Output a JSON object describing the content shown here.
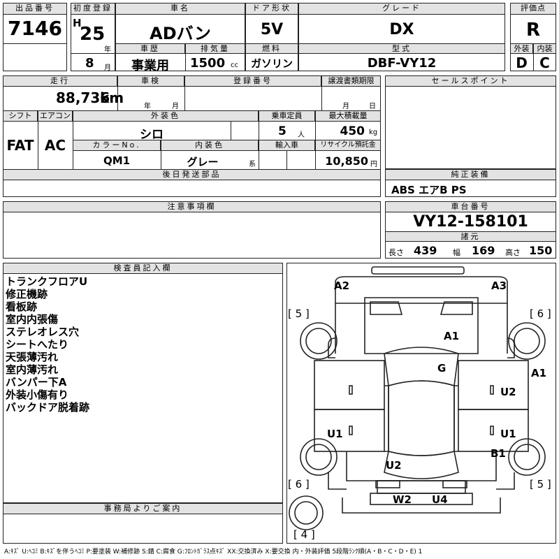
{
  "header": {
    "lot_no_label": "出品番号",
    "lot_no": "7146",
    "first_reg_label": "初度登録",
    "era": "H",
    "year": "25",
    "year_unit": "年",
    "month": "8",
    "month_unit": "月",
    "car_name_label": "車名",
    "car_name": "ADバン",
    "door_label": "ドア形状",
    "door": "5V",
    "grade_label": "グレード",
    "grade": "DX",
    "score_label": "評価点",
    "score": "R",
    "history_label": "車歴",
    "history": "事業用",
    "displacement_label": "排気量",
    "displacement": "1500",
    "displacement_unit": "cc",
    "fuel_label": "燃料",
    "fuel": "ガソリン",
    "model_label": "型式",
    "model": "DBF-VY12",
    "ext_label": "外装",
    "ext": "D",
    "int_label": "内装",
    "int": "C"
  },
  "row2": {
    "mileage_label": "走行",
    "mileage": "88,736",
    "mileage_unit": "km",
    "inspection_label": "車検",
    "inspection_year_unit": "年",
    "inspection_month_unit": "月",
    "reg_no_label": "登録番号",
    "transfer_label": "譲渡書類期限",
    "transfer_month_unit": "月",
    "transfer_day_unit": "日",
    "sales_point_label": "セールスポイント",
    "shift_label": "シフト",
    "shift": "FAT",
    "ac_label": "エアコン",
    "ac": "AC",
    "ext_color_label": "外装色",
    "ext_color": "シロ",
    "capacity_label": "乗車定員",
    "capacity": "5",
    "capacity_unit": "人",
    "max_load_label": "最大積載量",
    "max_load": "450",
    "max_load_unit": "kg",
    "color_no_label": "カラーNo.",
    "color_no": "QM1",
    "int_color_label": "内装色",
    "int_color": "グレー",
    "int_color_unit": "系",
    "import_label": "輸入車",
    "recycle_label": "リサイクル預託金",
    "recycle": "10,850",
    "recycle_unit": "円",
    "later_parts_label": "後日発送部品",
    "genuine_equip_label": "純正装備",
    "genuine_equip": "ABS エアB PS",
    "caution_label": "注意事項欄",
    "chassis_label": "車台番号",
    "chassis": "VY12-158101",
    "specs_label": "諸元",
    "length_label": "長さ",
    "length": "439",
    "width_label": "幅",
    "width": "169",
    "height_label": "高さ",
    "height": "150"
  },
  "inspector": {
    "label": "検査員記入欄",
    "notes": [
      "トランクフロアU",
      "修正機跡",
      "看板跡",
      "室内内張傷",
      "ステレオレス穴",
      "シートへたり",
      "天張薄汚れ",
      "室内薄汚れ",
      "バンパー下A",
      "外装小傷有り",
      "バックドア脱着跡"
    ]
  },
  "office": {
    "label": "事務局よりご案内"
  },
  "diagram": {
    "marks": [
      {
        "id": "a2-front-left",
        "text": "A2"
      },
      {
        "id": "a3-front-right",
        "text": "A3"
      },
      {
        "id": "a1-hood",
        "text": "A1"
      },
      {
        "id": "g-windshield",
        "text": "G"
      },
      {
        "id": "a1-right",
        "text": "A1"
      },
      {
        "id": "u2-right-front-door",
        "text": "U2"
      },
      {
        "id": "u1-left-rear",
        "text": "U1"
      },
      {
        "id": "u1-right-rear",
        "text": "U1"
      },
      {
        "id": "b1-right-rear",
        "text": "B1"
      },
      {
        "id": "u2-rear",
        "text": "U2"
      },
      {
        "id": "w2-rear-bumper",
        "text": "W2"
      },
      {
        "id": "u4-rear-bumper",
        "text": "U4"
      }
    ],
    "tyres": [
      {
        "id": "tyre-front-left",
        "text": "[ 5 ]"
      },
      {
        "id": "tyre-front-right",
        "text": "[ 6 ]"
      },
      {
        "id": "tyre-rear-left",
        "text": "[ 6 ]"
      },
      {
        "id": "tyre-rear-right",
        "text": "[ 5 ]"
      },
      {
        "id": "tyre-spare",
        "text": "[ 4 ]"
      }
    ]
  },
  "legend": "A:ｷｽﾞ U:ﾍｺﾐ B:ｷｽﾞを伴うﾍｺﾐ P:要塗装 W:補修跡 S:錆 C:腐食 G:ﾌﾛﾝﾄｶﾞﾗｽ点ｷｽﾞ XX:交換済み X:要交換 内・外装評価 5段階ﾗﾝｸ順(A・B・C・D・E) 1"
}
